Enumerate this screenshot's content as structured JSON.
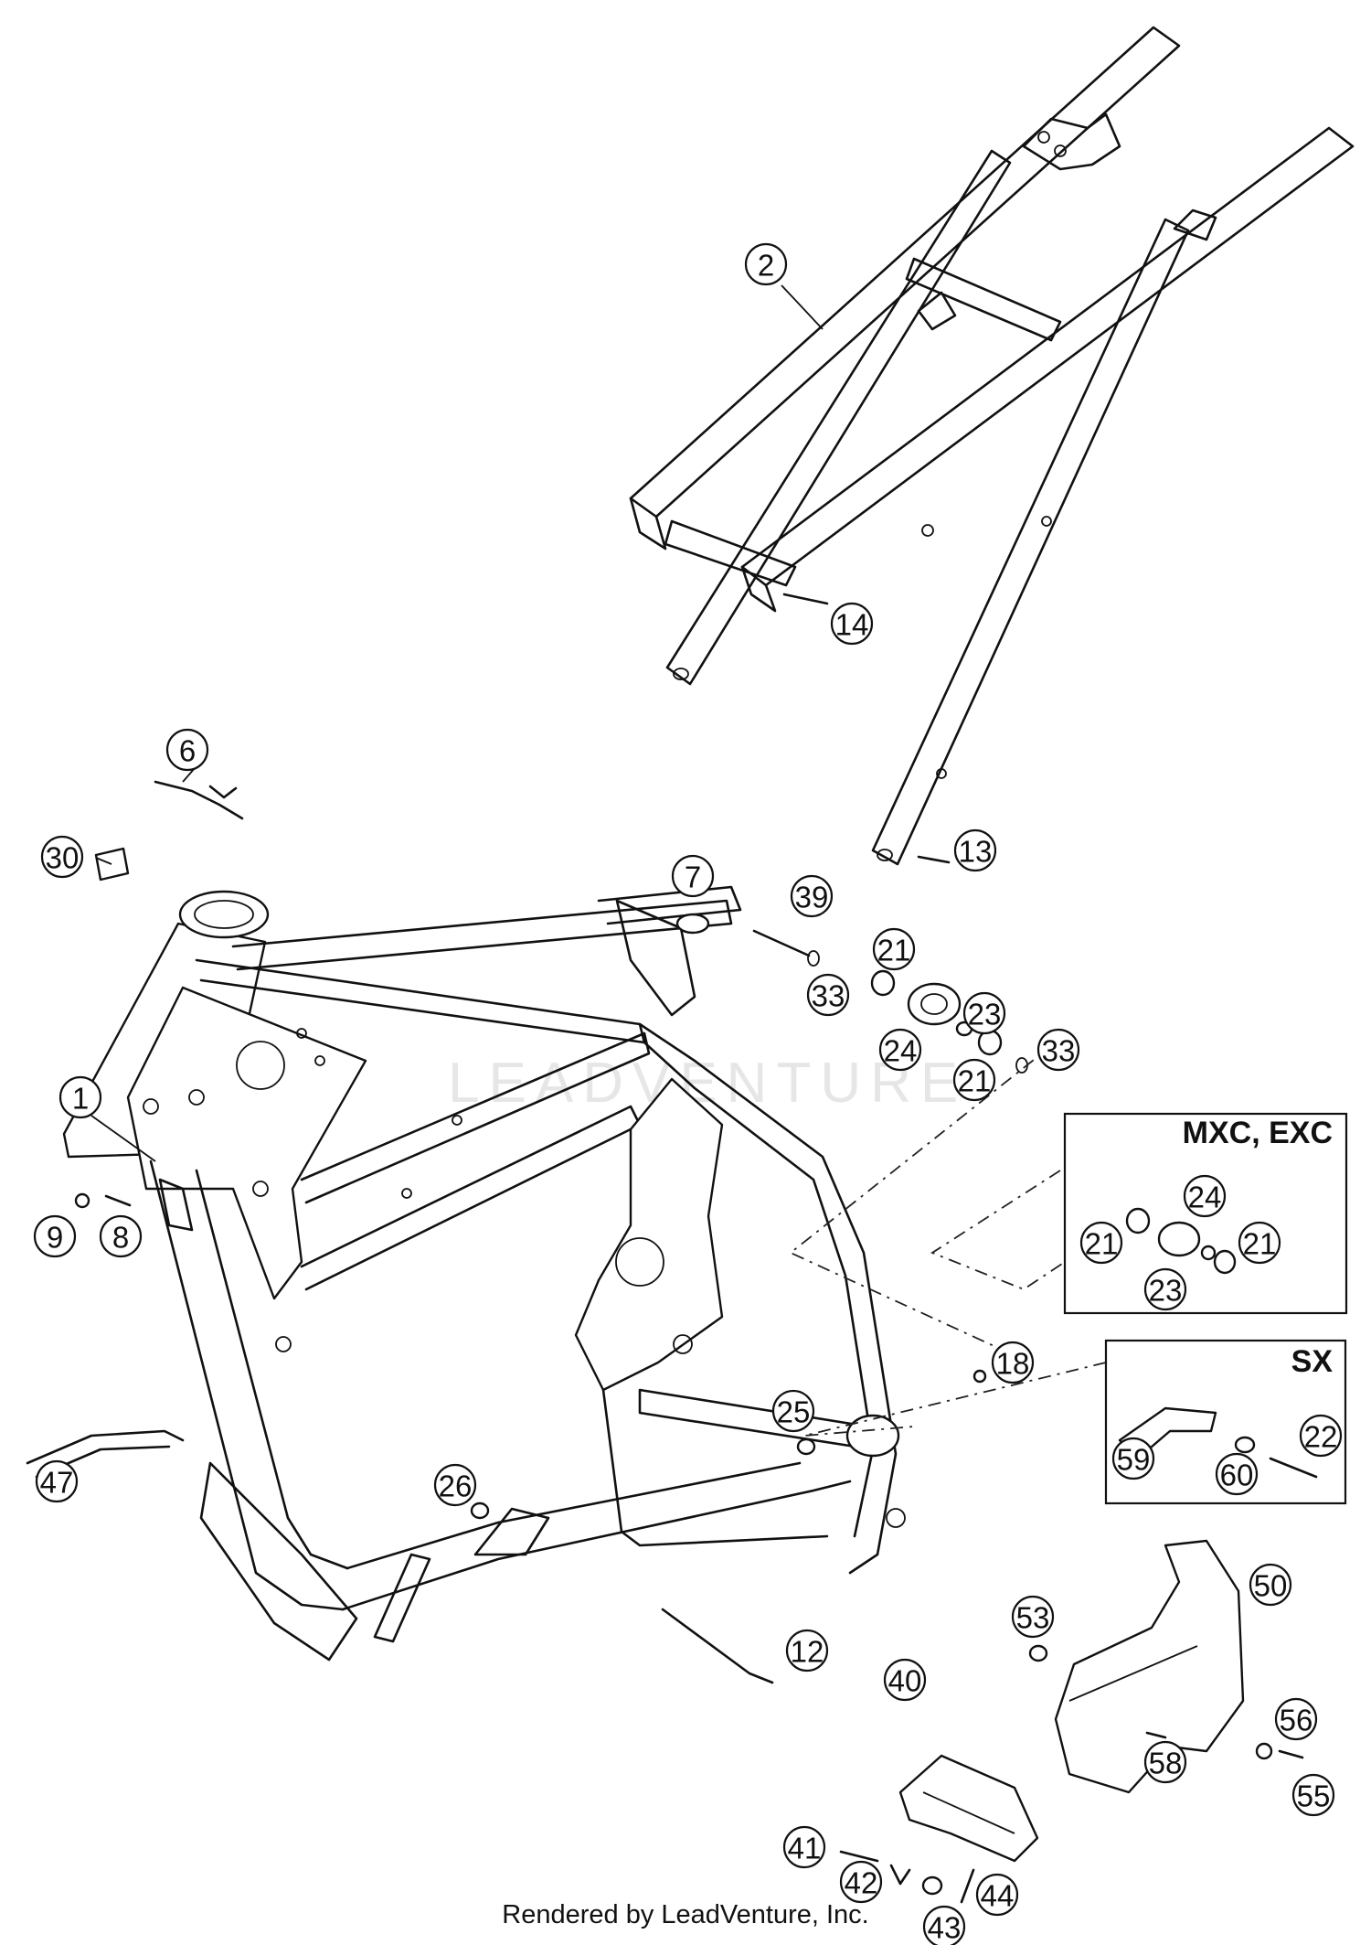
{
  "watermark": "LEADVENTURE",
  "footer": "Rendered by LeadVenture, Inc.",
  "variant_boxes": {
    "mxc_exc": "MXC, EXC",
    "sx": "SX"
  },
  "callouts": [
    {
      "id": "c1",
      "label": "1"
    },
    {
      "id": "c2",
      "label": "2"
    },
    {
      "id": "c6",
      "label": "6"
    },
    {
      "id": "c7",
      "label": "7"
    },
    {
      "id": "c8",
      "label": "8"
    },
    {
      "id": "c9",
      "label": "9"
    },
    {
      "id": "c12",
      "label": "12"
    },
    {
      "id": "c13",
      "label": "13"
    },
    {
      "id": "c14",
      "label": "14"
    },
    {
      "id": "c18",
      "label": "18"
    },
    {
      "id": "c21a",
      "label": "21"
    },
    {
      "id": "c21b",
      "label": "21"
    },
    {
      "id": "c21c",
      "label": "21"
    },
    {
      "id": "c21d",
      "label": "21"
    },
    {
      "id": "c22",
      "label": "22"
    },
    {
      "id": "c23a",
      "label": "23"
    },
    {
      "id": "c23b",
      "label": "23"
    },
    {
      "id": "c24a",
      "label": "24"
    },
    {
      "id": "c24b",
      "label": "24"
    },
    {
      "id": "c25",
      "label": "25"
    },
    {
      "id": "c26",
      "label": "26"
    },
    {
      "id": "c30",
      "label": "30"
    },
    {
      "id": "c33a",
      "label": "33"
    },
    {
      "id": "c33b",
      "label": "33"
    },
    {
      "id": "c39",
      "label": "39"
    },
    {
      "id": "c40",
      "label": "40"
    },
    {
      "id": "c41",
      "label": "41"
    },
    {
      "id": "c42",
      "label": "42"
    },
    {
      "id": "c43",
      "label": "43"
    },
    {
      "id": "c44",
      "label": "44"
    },
    {
      "id": "c47",
      "label": "47"
    },
    {
      "id": "c50",
      "label": "50"
    },
    {
      "id": "c53",
      "label": "53"
    },
    {
      "id": "c55",
      "label": "55"
    },
    {
      "id": "c56",
      "label": "56"
    },
    {
      "id": "c58",
      "label": "58"
    },
    {
      "id": "c59",
      "label": "59"
    },
    {
      "id": "c60",
      "label": "60"
    }
  ]
}
